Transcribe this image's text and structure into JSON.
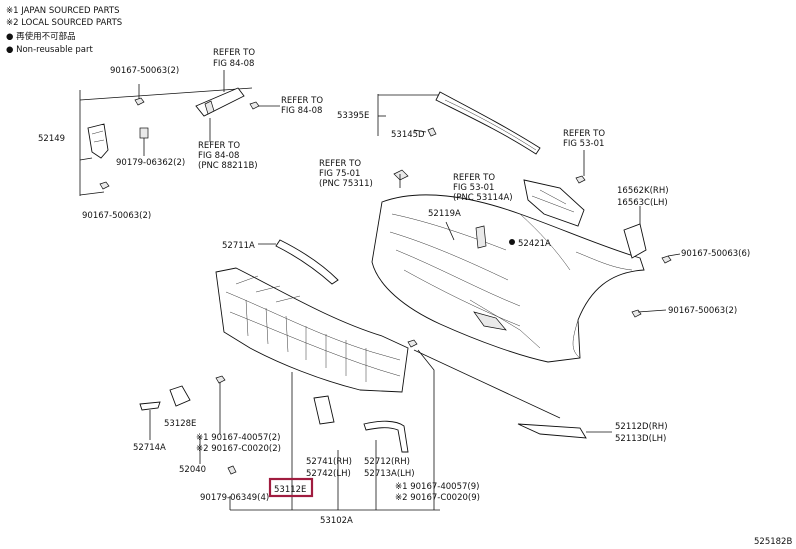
{
  "legend": {
    "japan": "※1 JAPAN SOURCED PARTS",
    "local": "※2 LOCAL SOURCED PARTS",
    "nonreusable_jp": "● 再使用不可部品",
    "nonreusable_en": "● Non-reusable part"
  },
  "labels": {
    "p90167_50063_top": "90167-50063(2)",
    "refer_84_08_a1": "REFER TO",
    "refer_84_08_a2": "FIG 84-08",
    "refer_84_08_b1": "REFER TO",
    "refer_84_08_b2": "FIG 84-08",
    "refer_84_08_c1": "REFER TO",
    "refer_84_08_c2": "FIG 84-08",
    "refer_84_08_c3": "(PNC 88211B)",
    "p52149": "52149",
    "p90179_06362": "90179-06362(2)",
    "p90167_50063_left": "90167-50063(2)",
    "p53395e": "53395E",
    "p53145d": "53145D",
    "refer_53_01_a1": "REFER TO",
    "refer_53_01_a2": "FIG 53-01",
    "refer_75_01_1": "REFER TO",
    "refer_75_01_2": "FIG 75-01",
    "refer_75_01_3": "(PNC 75311)",
    "refer_53_01_b1": "REFER TO",
    "refer_53_01_b2": "FIG 53-01",
    "refer_53_01_b3": "(PNC 53114A)",
    "p16562k": "16562K(RH)",
    "p16563c": "16563C(LH)",
    "p52119a": "52119A",
    "p52421a": "52421A",
    "p52711a": "52711A",
    "p90167_50063_6": "90167-50063(6)",
    "p90167_50063_r2": "90167-50063(2)",
    "p53128e": "53128E",
    "p52714a": "52714A",
    "p90167_40057_2": "※1 90167-40057(2)",
    "p90167_c0020_2": "※2 90167-C0020(2)",
    "p52040": "52040",
    "p52741": "52741(RH)",
    "p52742": "52742(LH)",
    "p52712": "52712(RH)",
    "p52713a": "52713A(LH)",
    "p52112d": "52112D(RH)",
    "p52113d": "52113D(LH)",
    "p90167_40057_9": "※1 90167-40057(9)",
    "p90167_c0020_9": "※2 90167-C0020(9)",
    "p90179_06349": "90179-06349(4)",
    "p53112e": "53112E",
    "p53102a": "53102A",
    "figure_code": "525182B"
  }
}
